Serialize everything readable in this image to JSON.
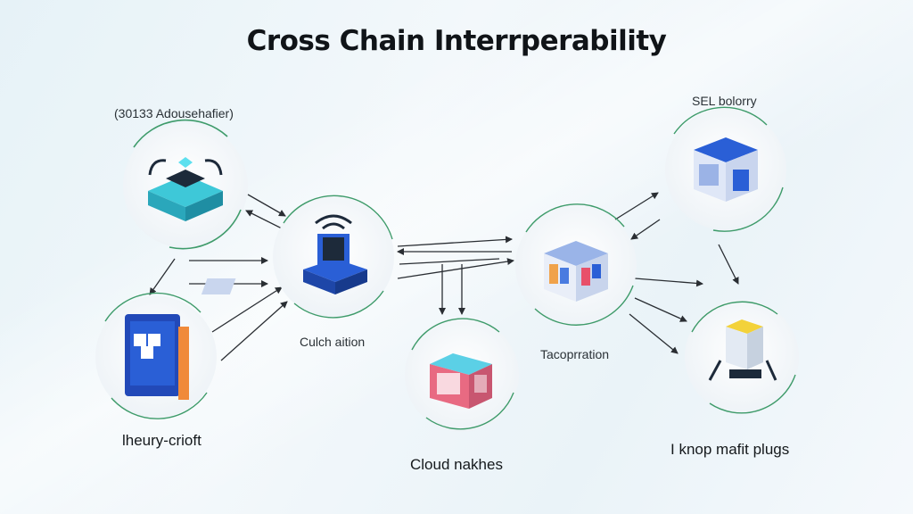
{
  "title": "Cross Chain Interrperability",
  "nodes": {
    "top_left": {
      "label": "(30133 Adousehafier)"
    },
    "center_left": {
      "label": "Culch aition"
    },
    "bottom_left": {
      "label": "lheury-crioft"
    },
    "bottom_center": {
      "label": "Cloud nakhes"
    },
    "center_right": {
      "label": "Tacoprration"
    },
    "top_right": {
      "label": "SEL bolorry"
    },
    "bottom_right": {
      "label": "I knop mafit plugs"
    }
  },
  "colors": {
    "ring_green": "#3e9b6a",
    "arrow": "#2a2e33",
    "accent_blue": "#2a5fd6",
    "accent_cyan": "#3ec3d6"
  }
}
